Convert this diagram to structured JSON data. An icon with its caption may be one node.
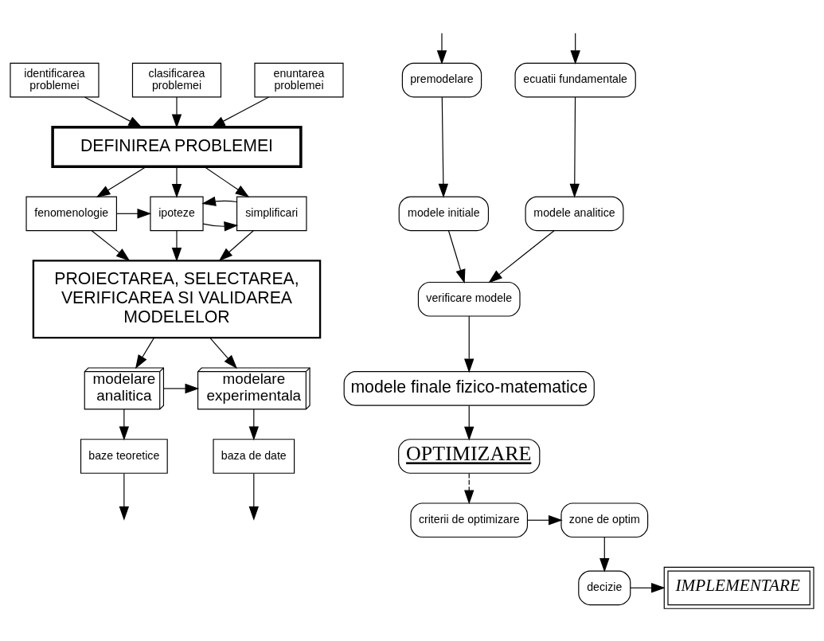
{
  "diagram": {
    "nodes": [
      {
        "text": [
          "identificarea problemei"
        ]
      },
      {
        "text": [
          "clasificarea problemei"
        ]
      },
      {
        "text": [
          "enuntarea problemei"
        ]
      },
      {
        "text": [
          "DEFINIREA PROBLEMEI"
        ]
      },
      {
        "text": [
          "fenomenologie"
        ]
      },
      {
        "text": [
          "ipoteze"
        ]
      },
      {
        "text": [
          "simplificari"
        ]
      },
      {
        "text": [
          "PROIECTAREA, SELECTAREA, VERIFICAREA SI VALIDAREA MODELELOR"
        ]
      },
      {
        "text": [
          "modelare analitica"
        ]
      },
      {
        "text": [
          "modelare experimentala"
        ]
      },
      {
        "text": [
          "baze teoretice"
        ]
      },
      {
        "text": [
          "baza de date"
        ]
      },
      {
        "text": [
          "ecuatii fundamentale"
        ]
      },
      {
        "text": [
          "premodelare"
        ]
      },
      {
        "text": [
          "modele analitice"
        ]
      },
      {
        "text": [
          "modele initiale"
        ]
      },
      {
        "text": [
          "verificare modele"
        ]
      },
      {
        "text": [
          "modele finale fizico-matematice"
        ]
      },
      {
        "text": [
          "OPTIMIZARE"
        ]
      },
      {
        "text": [
          "criterii de optimizare"
        ]
      },
      {
        "text": [
          "zone de optim"
        ]
      },
      {
        "text": [
          "decizie"
        ]
      },
      {
        "text": [
          "IMPLEMENTARE"
        ]
      }
    ],
    "edges": [
      {
        "from": 0,
        "to": 3,
        "arrow": "to"
      },
      {
        "from": 1,
        "to": 3,
        "arrow": "to"
      },
      {
        "from": 2,
        "to": 3,
        "arrow": "to"
      },
      {
        "from": 3,
        "to": 4,
        "arrow": "to"
      },
      {
        "from": 3,
        "to": 5,
        "arrow": "to"
      },
      {
        "from": 3,
        "to": 6,
        "arrow": "to"
      },
      {
        "from": 4,
        "to": 5,
        "arrow": "to"
      },
      {
        "from": 5,
        "to": 6,
        "arrow": "to"
      },
      {
        "from": 6,
        "to": 5,
        "arrow": "to"
      },
      {
        "from": 4,
        "to": 7,
        "arrow": "to"
      },
      {
        "from": 5,
        "to": 7,
        "arrow": "to"
      },
      {
        "from": 6,
        "to": 7,
        "arrow": "to"
      },
      {
        "from": 7,
        "to": 8,
        "arrow": "to"
      },
      {
        "from": 7,
        "to": 9,
        "arrow": "to"
      },
      {
        "from": 8,
        "to": 9,
        "arrow": "to"
      },
      {
        "from": 8,
        "to": 10,
        "arrow": "to"
      },
      {
        "from": 9,
        "to": 11,
        "arrow": "to"
      },
      {
        "from": 10,
        "to": null,
        "arrow": "to"
      },
      {
        "from": 11,
        "to": null,
        "arrow": "to"
      },
      {
        "from": null,
        "to": 12,
        "arrow": "to"
      },
      {
        "from": null,
        "to": 13,
        "arrow": "to"
      },
      {
        "from": 12,
        "to": 14,
        "arrow": "to"
      },
      {
        "from": 13,
        "to": 15,
        "arrow": "to"
      },
      {
        "from": 14,
        "to": 16,
        "arrow": "to"
      },
      {
        "from": 15,
        "to": 16,
        "arrow": "to"
      },
      {
        "from": 16,
        "to": 17,
        "arrow": "to"
      },
      {
        "from": 17,
        "to": 18,
        "arrow": "to"
      },
      {
        "from": 18,
        "to": 19,
        "arrow": "to",
        "style": "dashed"
      },
      {
        "from": 19,
        "to": 20,
        "arrow": "to"
      },
      {
        "from": 20,
        "to": 21,
        "arrow": "to"
      },
      {
        "from": 21,
        "to": 22,
        "arrow": "to"
      }
    ]
  }
}
